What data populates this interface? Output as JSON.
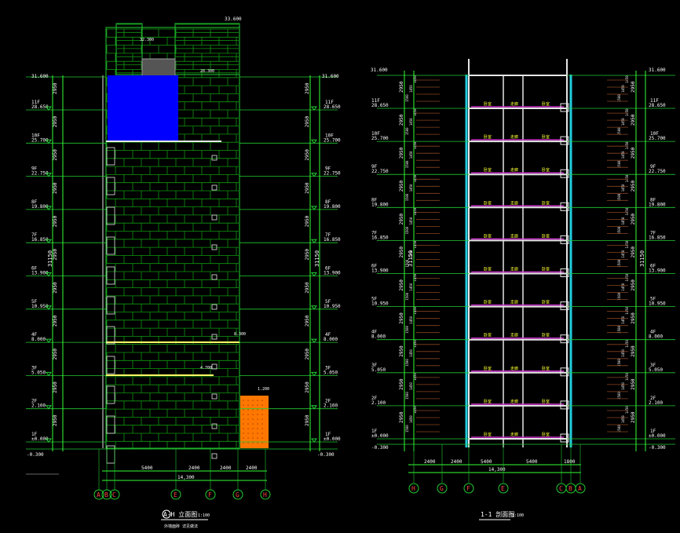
{
  "colors": {
    "background": "#000000",
    "grid": "#22cc33",
    "text": "#ffffff",
    "dimension": "#33ff33",
    "axis_text": "#ff4444",
    "wall": "#e6e6e6",
    "window_blue": "#0000ff",
    "door_orange": "#ff7700",
    "room_label": "#ffff33",
    "slab_magenta": "#cc33cc",
    "curtain_cyan": "#22ccdd",
    "brick": "#119911"
  },
  "elevation": {
    "title": "A-H 立面图",
    "scale": "1:100",
    "subnote": "外墙面砖 详见做法",
    "top_mark": "33.600",
    "roof_mark": "31.600",
    "ground_mark": "-0.300",
    "floor_labels": [
      "11F",
      "10F",
      "9F",
      "8F",
      "7F",
      "6F",
      "5F",
      "4F",
      "3F",
      "2F",
      "1F"
    ],
    "level_marks": [
      "28.650",
      "25.700",
      "22.750",
      "19.800",
      "16.850",
      "13.900",
      "10.950",
      "8.000",
      "5.050",
      "2.100",
      "±0.000"
    ],
    "story_height": "2950",
    "total_height": "31150",
    "bottom_dims": [
      "5400",
      "2400",
      "2400",
      "2400"
    ],
    "total_width": "14,300",
    "axes": [
      "A",
      "B",
      "C",
      "E",
      "F",
      "G",
      "H"
    ],
    "tag_marks": [
      "32.300",
      "28.300",
      "8.300",
      "4.700",
      "1.200"
    ]
  },
  "section": {
    "title": "1-1 剖面图",
    "scale": "1:100",
    "top_mark": "31.600",
    "ground_mark": "-0.300",
    "floor_labels": [
      "11F",
      "10F",
      "9F",
      "8F",
      "7F",
      "6F",
      "5F",
      "4F",
      "3F",
      "2F",
      "1F"
    ],
    "level_marks": [
      "28.650",
      "25.700",
      "22.750",
      "19.800",
      "16.850",
      "13.900",
      "10.950",
      "8.000",
      "5.050",
      "2.100",
      "±0.000"
    ],
    "story_height": "2950",
    "sub_dims": [
      "1500",
      "1450",
      "1450"
    ],
    "total_height": "31150",
    "room_labels": [
      "卧室",
      "走廊",
      "卧室"
    ],
    "bottom_dims": [
      "2400",
      "2400",
      "5400",
      "1800"
    ],
    "total_width": "14,300",
    "axes": [
      "H",
      "G",
      "F",
      "E",
      "C",
      "B",
      "A"
    ]
  }
}
